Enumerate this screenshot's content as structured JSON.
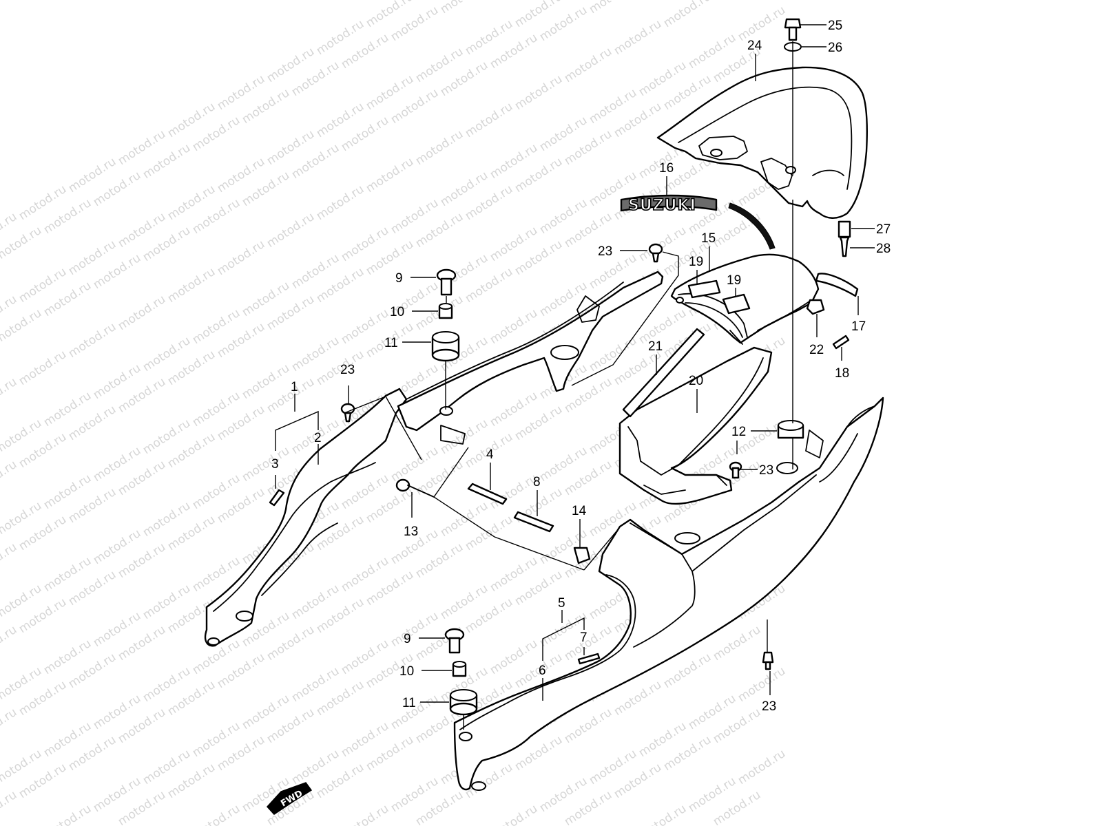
{
  "watermark": {
    "text": "motod.ru"
  },
  "logo": {
    "text": "SUZUKI"
  },
  "fwd_badge": {
    "text": "FWD"
  },
  "callouts": {
    "c1": "1",
    "c2": "2",
    "c3": "3",
    "c4": "4",
    "c5": "5",
    "c6": "6",
    "c7": "7",
    "c8": "8",
    "c9a": "9",
    "c9b": "9",
    "c10a": "10",
    "c10b": "10",
    "c11a": "11",
    "c11b": "11",
    "c12": "12",
    "c13": "13",
    "c14": "14",
    "c15": "15",
    "c16": "16",
    "c17": "17",
    "c18": "18",
    "c19a": "19",
    "c19b": "19",
    "c20": "20",
    "c21": "21",
    "c22": "22",
    "c23a": "23",
    "c23b": "23",
    "c23c": "23",
    "c23d": "23",
    "c24": "24",
    "c25": "25",
    "c26": "26",
    "c27": "27",
    "c28": "28"
  }
}
